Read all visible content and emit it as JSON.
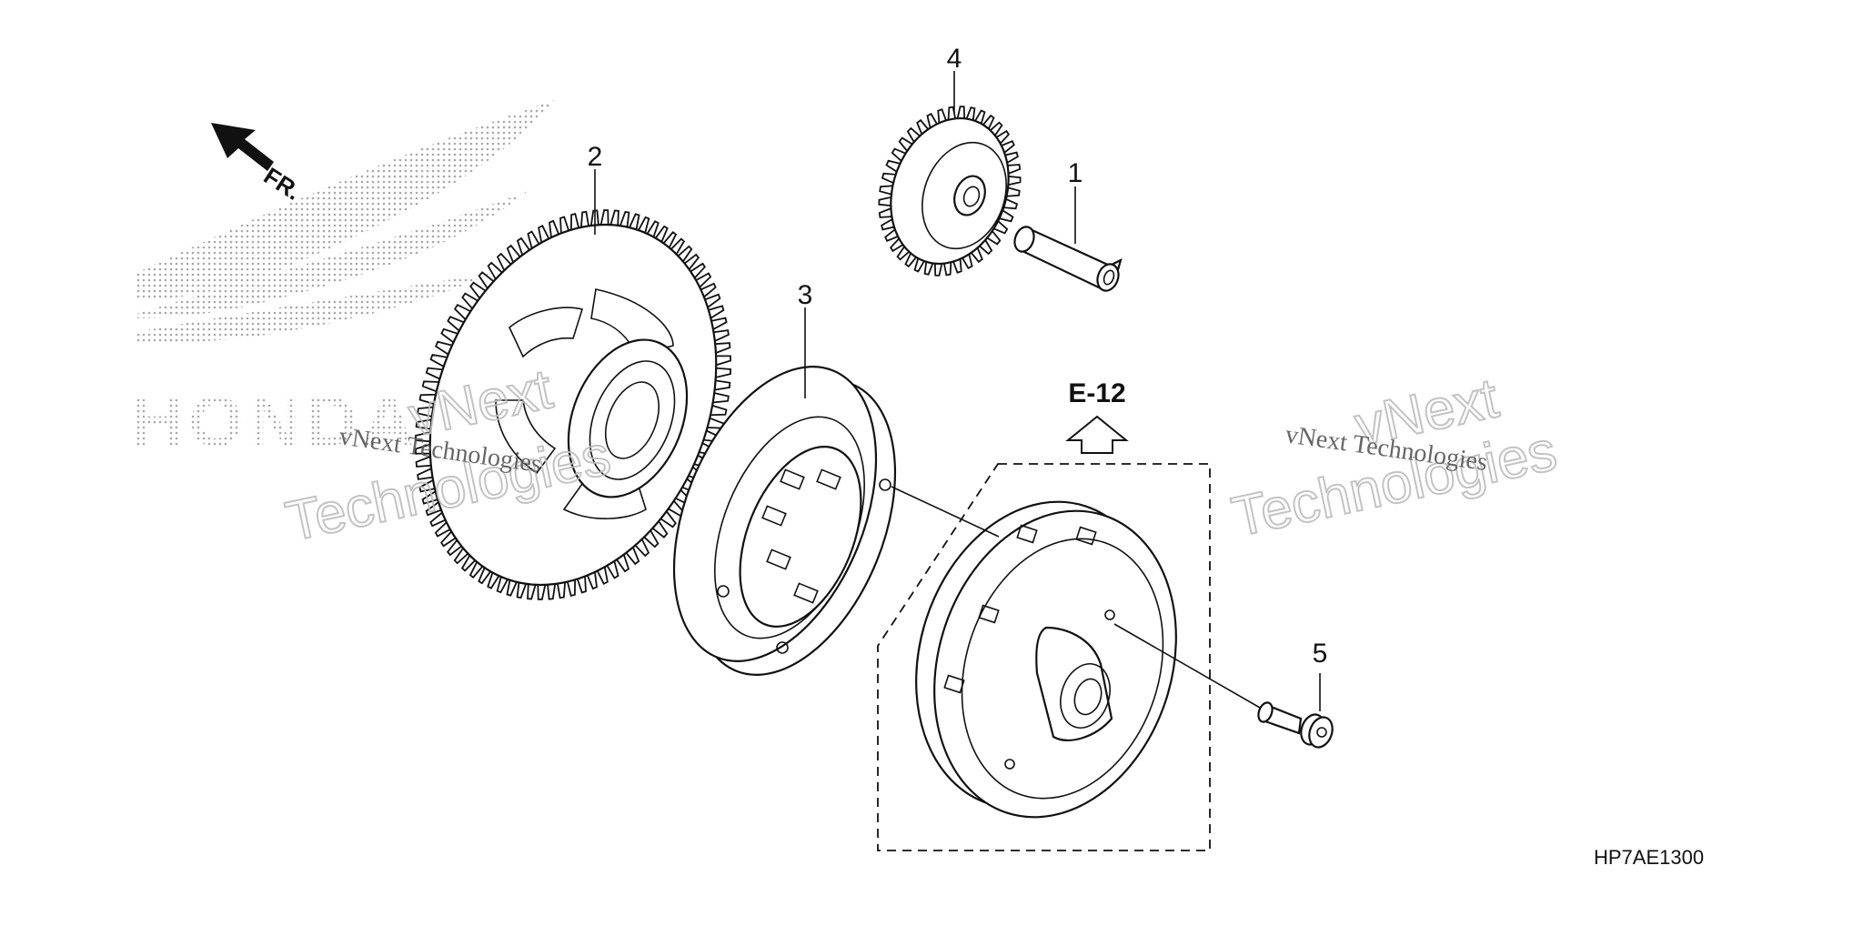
{
  "diagram": {
    "callouts": [
      {
        "id": "1",
        "label": "1"
      },
      {
        "id": "2",
        "label": "2"
      },
      {
        "id": "3",
        "label": "3"
      },
      {
        "id": "4",
        "label": "4"
      },
      {
        "id": "5",
        "label": "5"
      }
    ],
    "direction_marker": {
      "label": "FR.",
      "icon": "front-direction-arrow-icon"
    },
    "reference": {
      "label": "E-12",
      "icon": "up-outline-arrow-icon"
    },
    "diagram_code": "HP7AE1300",
    "brand_watermark": {
      "text": "HONDA",
      "icon": "honda-wing-logo"
    },
    "watermarks": [
      {
        "line1": "vNext",
        "line2": "Technologies",
        "small": "vNext Technologies"
      },
      {
        "line1": "vNext",
        "line2": "Technologies",
        "small": "vNext Technologies"
      }
    ]
  }
}
